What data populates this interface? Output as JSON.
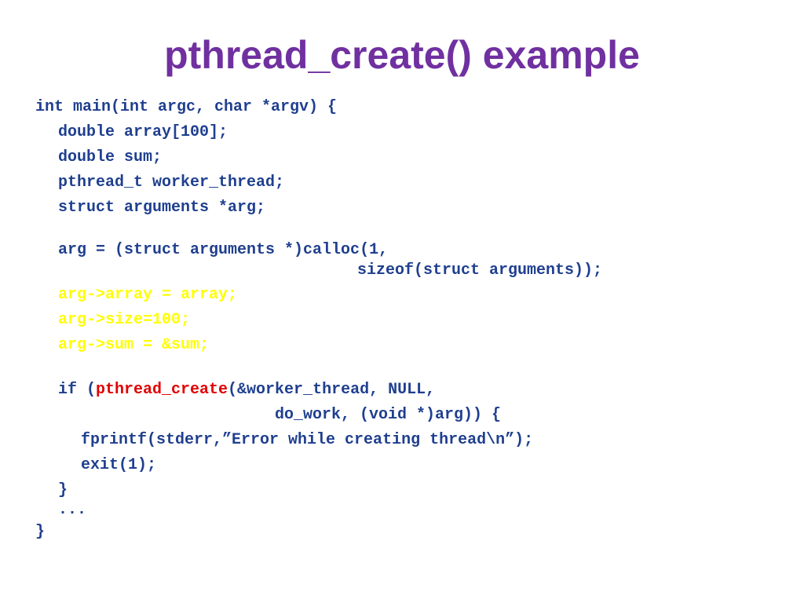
{
  "slide": {
    "title": "pthread_create() example",
    "code": {
      "main_sig": "int main(int argc, char *argv) {",
      "decl_array": "double array[100];",
      "decl_sum": "double sum;",
      "decl_thread": "pthread_t worker_thread;",
      "decl_arg": "struct arguments *arg;",
      "calloc_line1": "arg = (struct arguments *)calloc(1,",
      "calloc_line2": "sizeof(struct arguments));",
      "assign_array": "arg->array = array;",
      "assign_size": "arg->size=100;",
      "assign_sum": "arg->sum = &sum;",
      "if_prefix": "if (",
      "if_func": "pthread_create",
      "if_suffix": "(&worker_thread, NULL,",
      "if_line2": "do_work, (void *)arg)) {",
      "fprintf_line": "fprintf(stderr,”Error while creating thread\\n”);",
      "exit_line": "exit(1);",
      "close_if": "}",
      "ellipsis": "...",
      "close_main": "}"
    },
    "colors": {
      "title": "#7030a0",
      "code": "#1f3f8f",
      "highlight_yellow": "#ffff00",
      "highlight_red": "#e00000"
    }
  }
}
